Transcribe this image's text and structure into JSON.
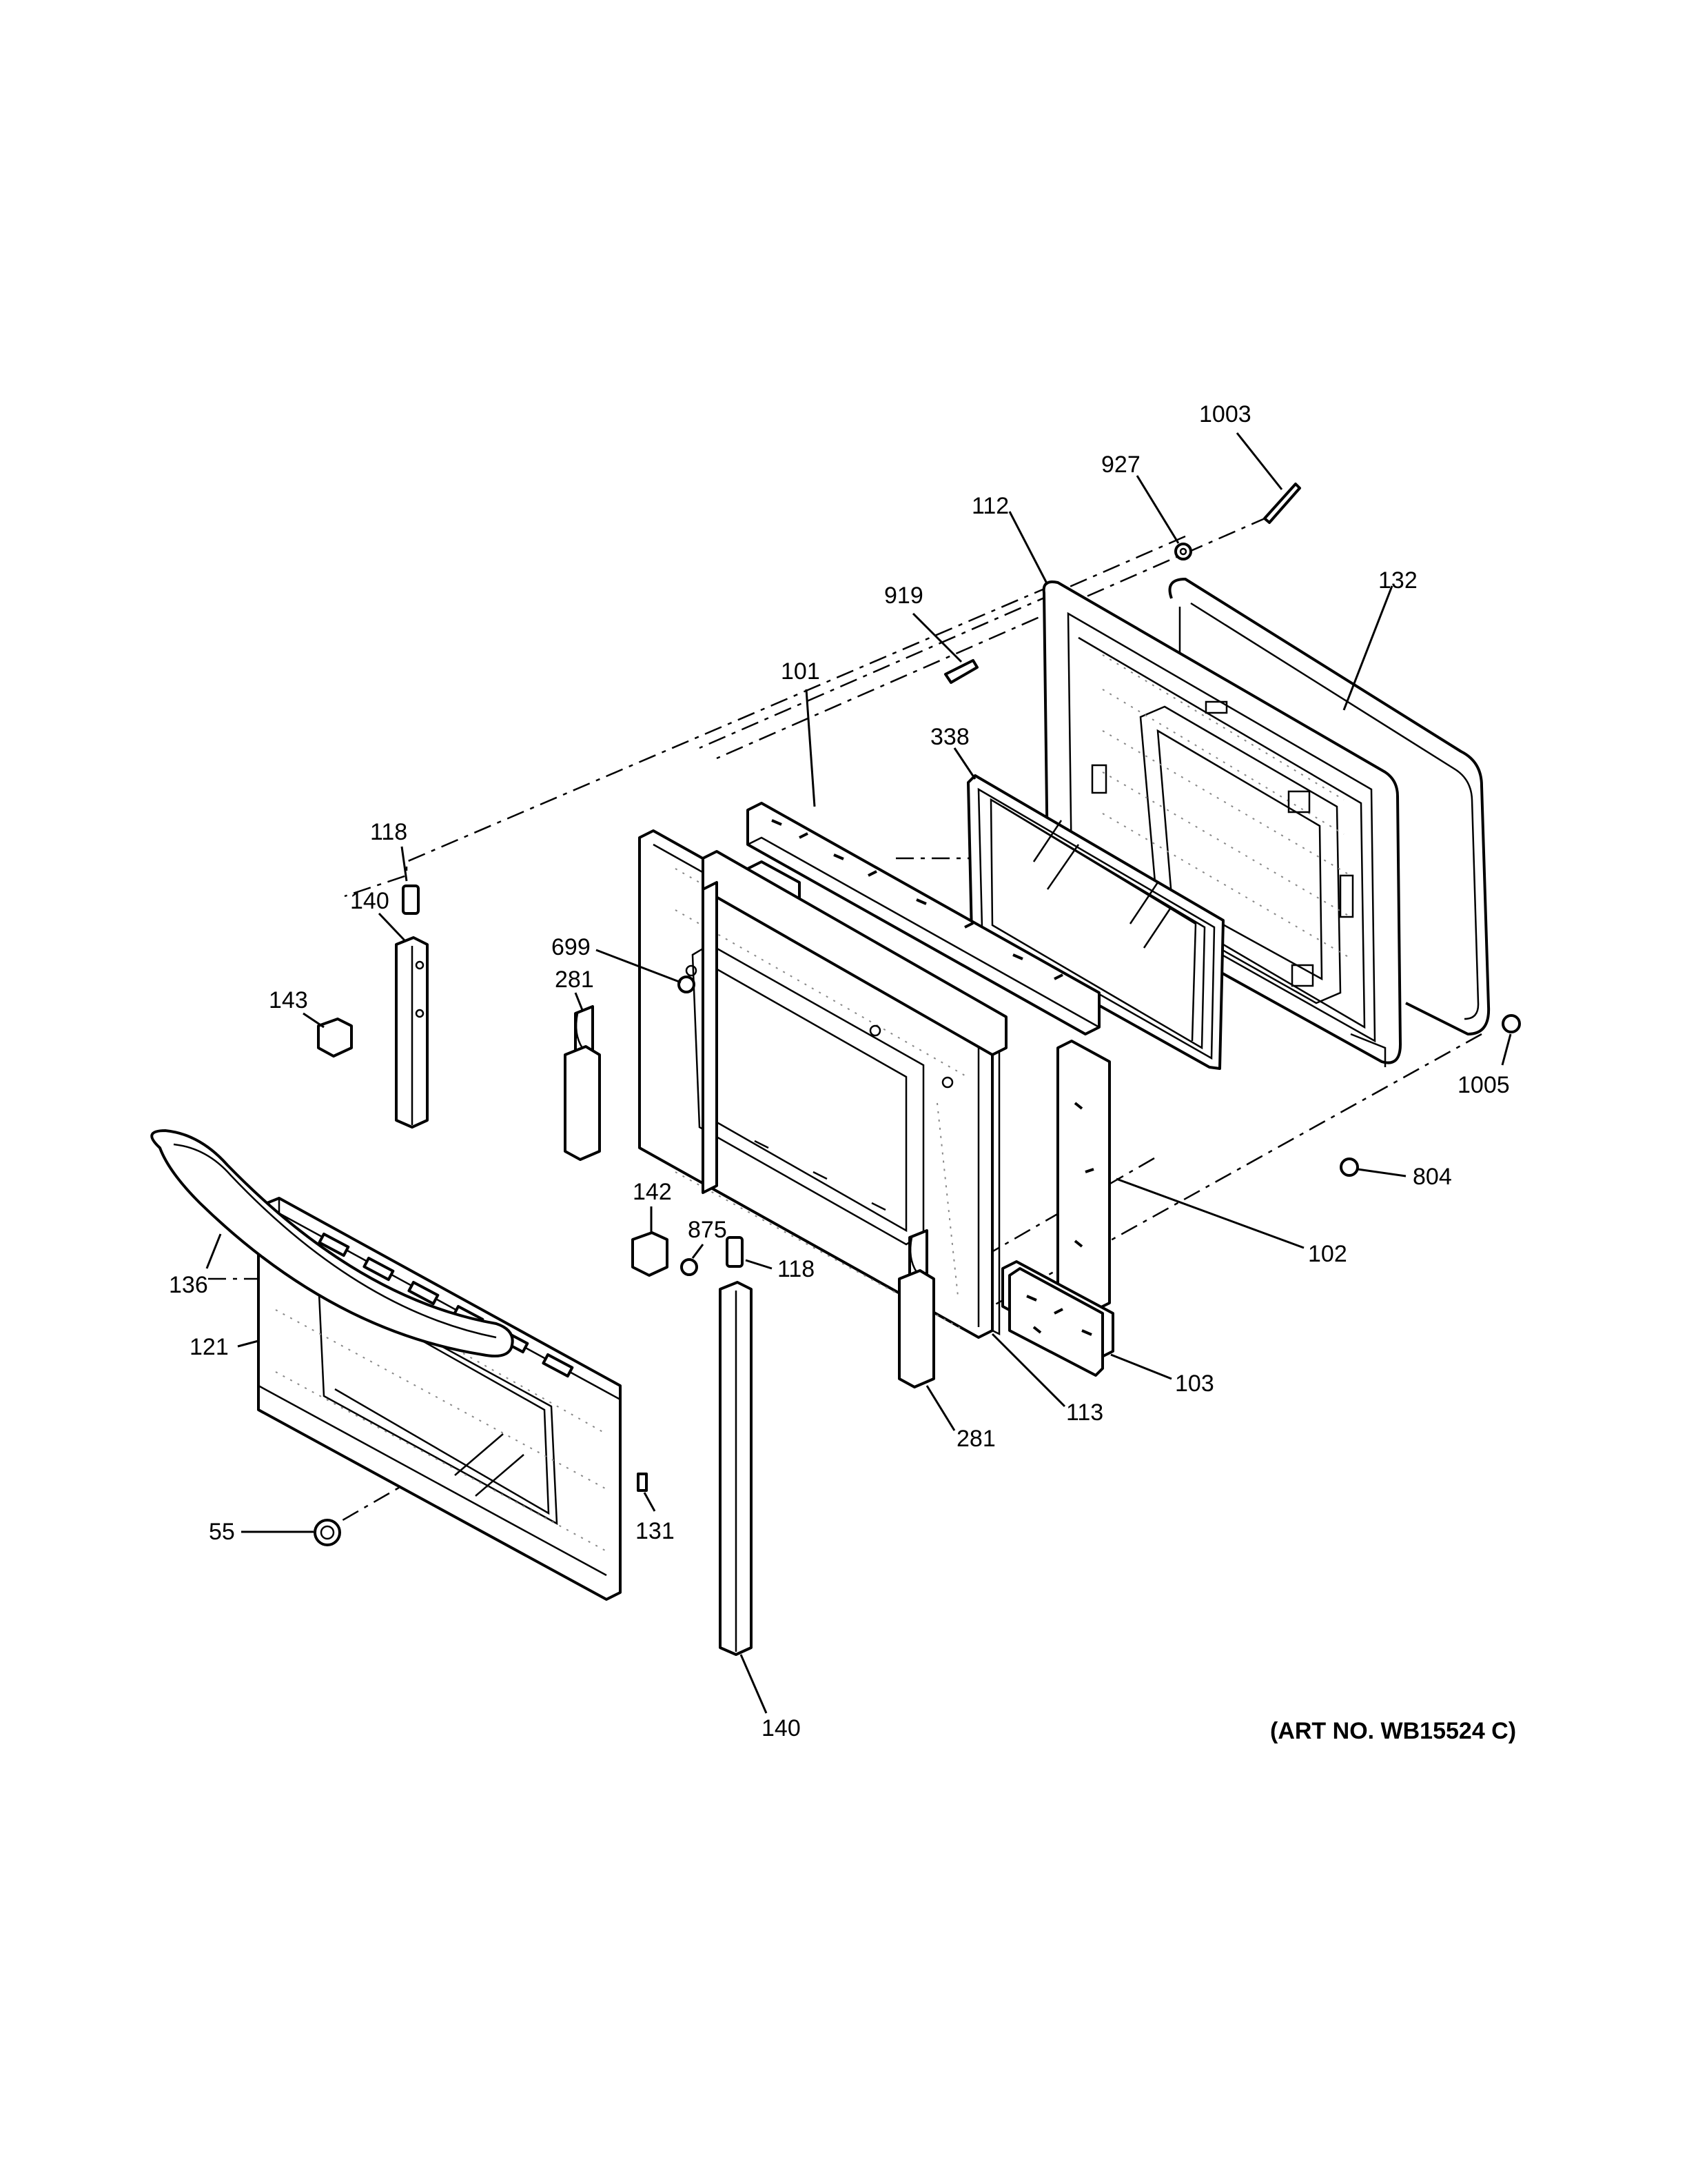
{
  "art_number": "(ART NO. WB15524 C)",
  "callouts": {
    "p1003": "1003",
    "p927": "927",
    "p112": "112",
    "p132": "132",
    "p919": "919",
    "p101": "101",
    "p338": "338",
    "p118_top": "118",
    "p140_top": "140",
    "p699": "699",
    "p281_top": "281",
    "p143": "143",
    "p1005": "1005",
    "p804": "804",
    "p142": "142",
    "p875": "875",
    "p118_mid": "118",
    "p102": "102",
    "p136": "136",
    "p121": "121",
    "p103": "103",
    "p113": "113",
    "p281_bottom": "281",
    "p55": "55",
    "p131": "131",
    "p140_bottom": "140"
  }
}
